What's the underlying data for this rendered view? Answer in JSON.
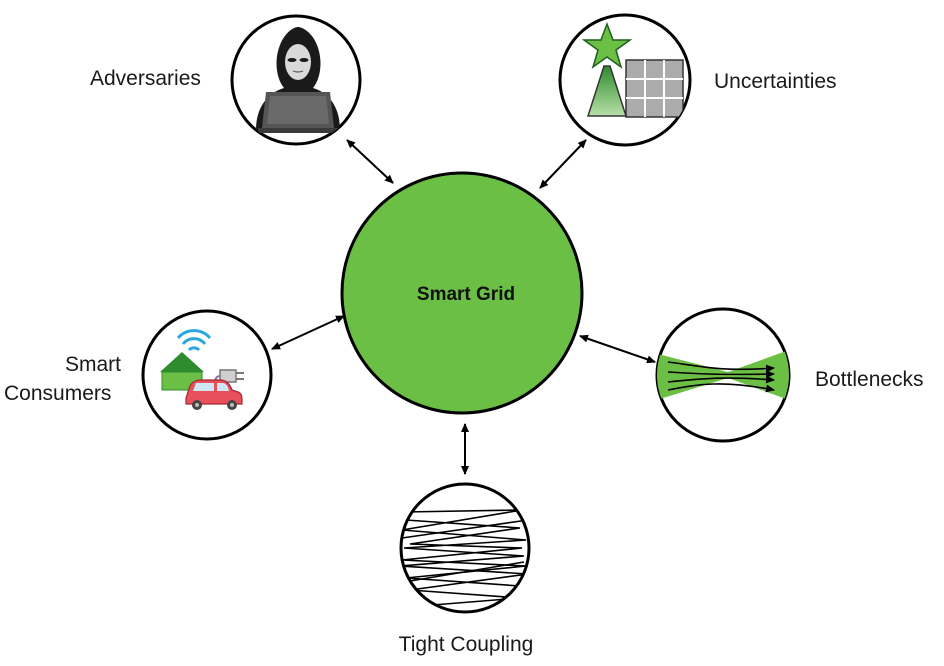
{
  "center": {
    "label": "Smart Grid",
    "color": "#6cbf45"
  },
  "nodes": {
    "adversaries": {
      "label": "Adversaries",
      "icon": "hacker-icon"
    },
    "uncertainties": {
      "label": "Uncertainties",
      "icon": "tower-grid-icon"
    },
    "smart_consumers": {
      "label_line1": "Smart",
      "label_line2": "Consumers",
      "icon": "house-car-plug-icon"
    },
    "bottlenecks": {
      "label": "Bottlenecks",
      "icon": "bottleneck-icon"
    },
    "tight_coupling": {
      "label": "Tight Coupling",
      "icon": "tangled-lines-icon"
    }
  },
  "colors": {
    "accent_green": "#6cbf45",
    "dark_green": "#2e8b2e",
    "outline": "#000000",
    "car_red": "#e8505b",
    "wifi_blue": "#2aa7e0"
  }
}
